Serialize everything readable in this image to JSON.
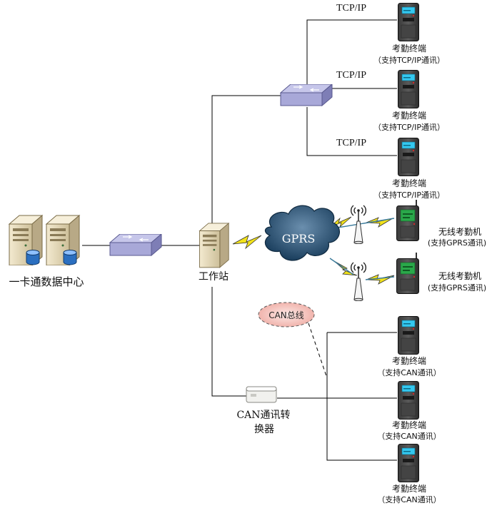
{
  "labels": {
    "data_center": "一卡通数据中心",
    "workstation": "工作站",
    "gprs": "GPRS",
    "can_bus": "CAN总线",
    "can_converter_line1": "CAN通讯转",
    "can_converter_line2": "换器"
  },
  "tcp_terminals": [
    {
      "protocol": "TCP/IP",
      "name": "考勤终端",
      "note": "（支持TCP/IP通讯）"
    },
    {
      "protocol": "TCP/IP",
      "name": "考勤终端",
      "note": "（支持TCP/IP通讯）"
    },
    {
      "protocol": "TCP/IP",
      "name": "考勤终端",
      "note": "（支持TCP/IP通讯）"
    }
  ],
  "wireless_terminals": [
    {
      "name": "无线考勤机",
      "note": "(支持GPRS通讯)"
    },
    {
      "name": "无线考勤机",
      "note": "(支持GPRS通讯)"
    }
  ],
  "can_terminals": [
    {
      "name": "考勤终端",
      "note": "（支持CAN通讯）"
    },
    {
      "name": "考勤终端",
      "note": "（支持CAN通讯）"
    },
    {
      "name": "考勤终端",
      "note": "（支持CAN通讯）"
    }
  ],
  "colors": {
    "line": "#000000",
    "switch": "#a8a8d8",
    "cloud": "#1e4f74",
    "lightning": "#f2e21a",
    "can_bubble": "#f5c9c4",
    "screen": "#34c8f0",
    "gprs_screen": "#2aa84a"
  }
}
